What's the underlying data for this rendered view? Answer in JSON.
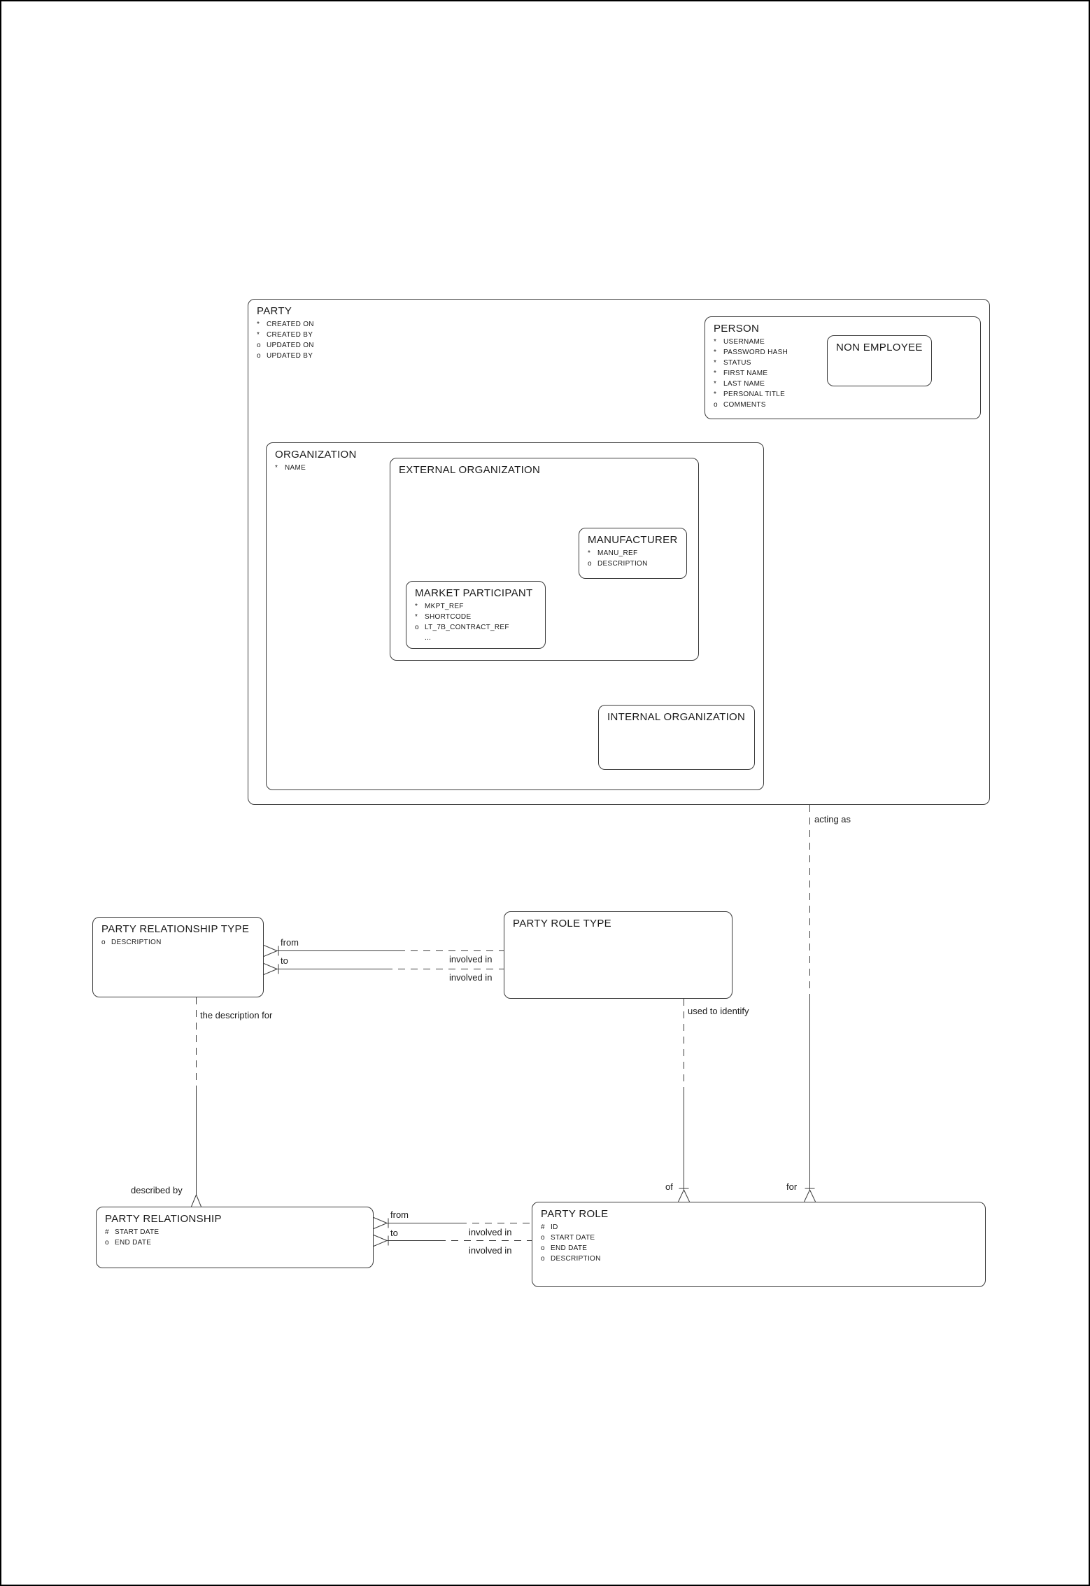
{
  "entities": {
    "party": {
      "title": "PARTY",
      "attributes": [
        {
          "prefix": "*",
          "name": "CREATED ON"
        },
        {
          "prefix": "*",
          "name": "CREATED BY"
        },
        {
          "prefix": "o",
          "name": "UPDATED ON"
        },
        {
          "prefix": "o",
          "name": "UPDATED BY"
        }
      ]
    },
    "person": {
      "title": "PERSON",
      "attributes": [
        {
          "prefix": "*",
          "name": "USERNAME"
        },
        {
          "prefix": "*",
          "name": "PASSWORD HASH"
        },
        {
          "prefix": "*",
          "name": "STATUS"
        },
        {
          "prefix": "*",
          "name": "FIRST NAME"
        },
        {
          "prefix": "*",
          "name": "LAST NAME"
        },
        {
          "prefix": "*",
          "name": "PERSONAL TITLE"
        },
        {
          "prefix": "o",
          "name": "COMMENTS"
        }
      ]
    },
    "non_employee": {
      "title": "NON EMPLOYEE",
      "attributes": []
    },
    "organization": {
      "title": "ORGANIZATION",
      "attributes": [
        {
          "prefix": "*",
          "name": "NAME"
        }
      ]
    },
    "external_organization": {
      "title": "EXTERNAL ORGANIZATION",
      "attributes": []
    },
    "manufacturer": {
      "title": "MANUFACTURER",
      "attributes": [
        {
          "prefix": "*",
          "name": "MANU_REF"
        },
        {
          "prefix": "o",
          "name": "DESCRIPTION"
        }
      ]
    },
    "market_participant": {
      "title": "MARKET PARTICIPANT",
      "attributes": [
        {
          "prefix": "*",
          "name": "MKPT_REF"
        },
        {
          "prefix": "*",
          "name": "SHORTCODE"
        },
        {
          "prefix": "o",
          "name": "LT_7B_CONTRACT_REF"
        },
        {
          "prefix": "",
          "name": "..."
        }
      ]
    },
    "internal_organization": {
      "title": "INTERNAL ORGANIZATION",
      "attributes": []
    },
    "party_relationship_type": {
      "title": "PARTY RELATIONSHIP TYPE",
      "attributes": [
        {
          "prefix": "o",
          "name": "DESCRIPTION"
        }
      ]
    },
    "party_role_type": {
      "title": "PARTY ROLE TYPE",
      "attributes": []
    },
    "party_relationship": {
      "title": "PARTY RELATIONSHIP",
      "attributes": [
        {
          "prefix": "#",
          "name": "START DATE"
        },
        {
          "prefix": "o",
          "name": "END DATE"
        }
      ]
    },
    "party_role": {
      "title": "PARTY ROLE",
      "attributes": [
        {
          "prefix": "#",
          "name": "ID"
        },
        {
          "prefix": "o",
          "name": "START DATE"
        },
        {
          "prefix": "o",
          "name": "END DATE"
        },
        {
          "prefix": "o",
          "name": "DESCRIPTION"
        }
      ]
    }
  },
  "labels": {
    "acting_as": "acting as",
    "for": "for",
    "used_to_identify": "used to identify",
    "of": "of",
    "the_description_for": "the description for",
    "described_by": "described by",
    "type_from": "from",
    "type_to": "to",
    "type_involved_in_1": "involved in",
    "type_involved_in_2": "involved in",
    "rel_from": "from",
    "rel_to": "to",
    "rel_involved_in_1": "involved in",
    "rel_involved_in_2": "involved in"
  },
  "colors": {
    "line": "#3a3a3a",
    "text": "#1a1a1a",
    "background": "#ffffff"
  }
}
